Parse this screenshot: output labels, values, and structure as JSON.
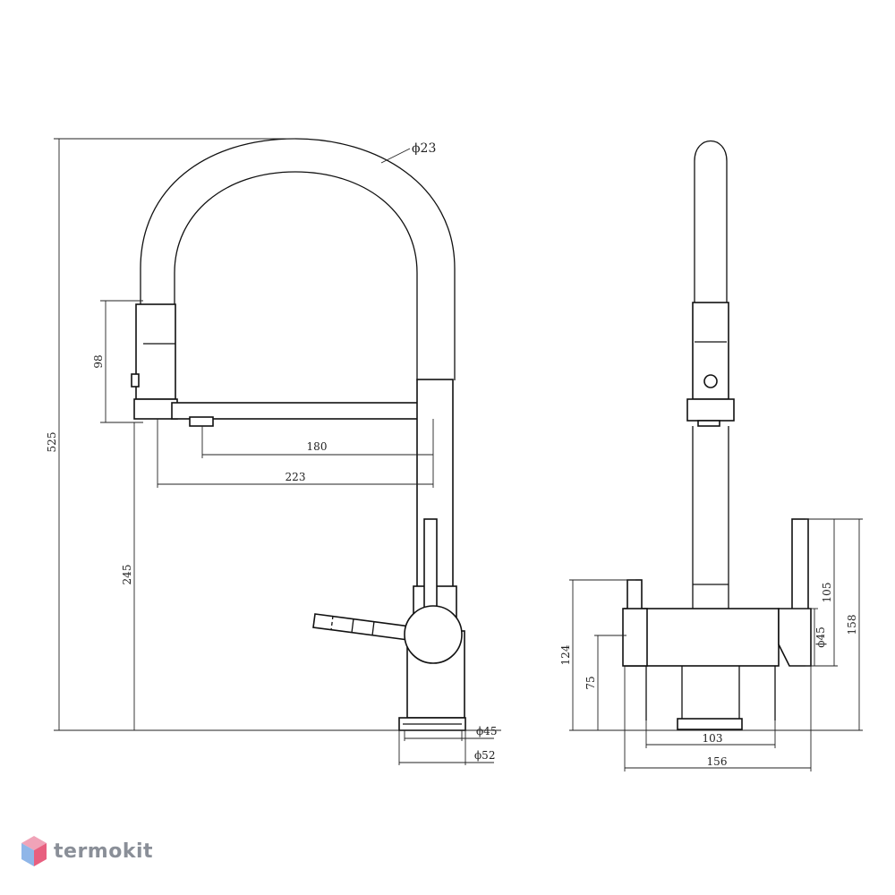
{
  "drawing": {
    "front_view": {
      "dia_spout": "ϕ23",
      "h_total": "525",
      "h_head": "98",
      "h_outlet": "245",
      "reach_inner": "180",
      "reach_outer": "223",
      "dia_base_inner": "ϕ45",
      "dia_base_outer": "ϕ52"
    },
    "side_view": {
      "h_handle_top": "124",
      "h_handle_low": "75",
      "h_lever": "105",
      "h_total": "158",
      "dia_lever": "ϕ45",
      "w_inner": "103",
      "w_outer": "156"
    }
  },
  "brand": {
    "name": "termokit",
    "colors": {
      "top": "#f0a3b8",
      "left": "#8fb6e8",
      "right": "#e85f7f"
    }
  }
}
